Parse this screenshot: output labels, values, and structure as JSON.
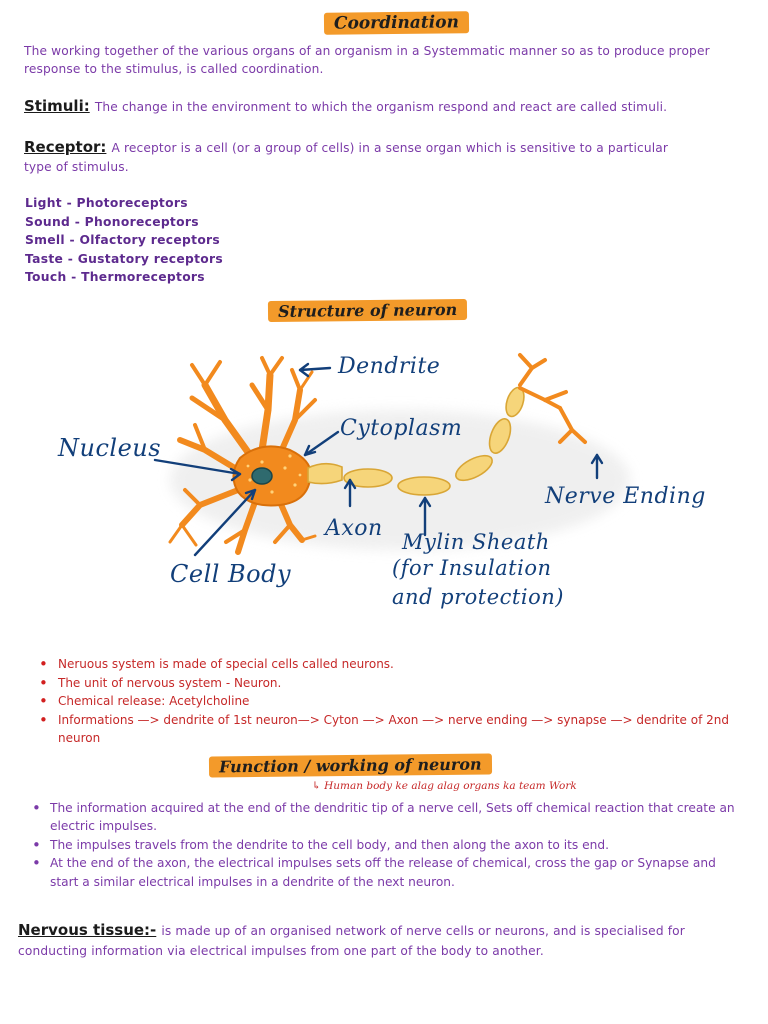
{
  "coordination": {
    "title": "Coordination",
    "text": "The working together of the various organs of  an organism in a Systemmatic manner so as to produce proper response to the stimulus, is called coordination."
  },
  "stimuli": {
    "term": "Stimuli:",
    "text": "The change in the environment to which the organism respond and react are called stimuli."
  },
  "receptor": {
    "term": "Receptor:",
    "text_line1": "A receptor is a cell (or a group of cells) in a sense organ which is sensitive to a particular",
    "text_line2": "type of stimulus.",
    "items": [
      "Light - Photoreceptors",
      "Sound - Phonoreceptors",
      "Smell - Olfactory receptors",
      "Taste - Gustatory receptors",
      "Touch -  Thermoreceptors"
    ]
  },
  "neuron_structure": {
    "title": "Structure of neuron",
    "labels": {
      "dendrite": "Dendrite",
      "cytoplasm": "Cytoplasm",
      "nucleus": "Nucleus",
      "axon": "Axon",
      "nerve_ending": "Nerve Ending",
      "cell_body": "Cell Body",
      "myelin_line1": "Mylin Sheath",
      "myelin_line2": "(for Insulation",
      "myelin_line3": "and protection)"
    },
    "colors": {
      "cell": "#f28a1e",
      "myelin": "#f6d57a",
      "label_ink": "#123f7a"
    },
    "notes": [
      "Neruous system is made of special cells called neurons.",
      "The unit of nervous system - Neuron.",
      "Chemical release: Acetylcholine",
      "Informations —> dendrite of 1st neuron—>  Cyton —> Axon —> nerve ending —> synapse —> dendrite of 2nd neuron"
    ]
  },
  "function": {
    "title": "Function / working of neuron",
    "annotation": "↳ Human body ke alag alag organs ka team Work",
    "points": [
      "The information  acquired at the end of the dendritic tip of a nerve cell, Sets off chemical reaction that create an electric impulses.",
      "The impulses travels from the dendrite to the cell body, and then along the axon to its end.",
      "At the end of the axon, the electrical impulses sets off the release  of chemical, cross the gap or Synapse and start a similar electrical impulses in a dendrite of the next neuron."
    ]
  },
  "nervous_tissue": {
    "term": "Nervous tissue:-",
    "text": "is made up of an organised network of nerve cells or neurons, and is specialised for conducting information via electrical impulses from one part of the body to another."
  }
}
